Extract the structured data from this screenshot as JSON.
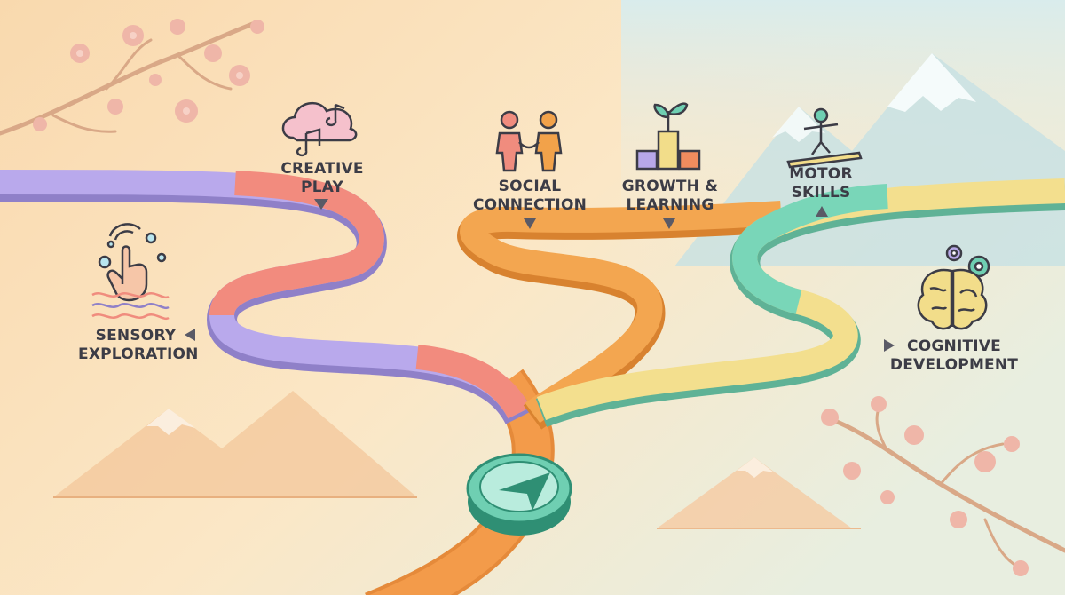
{
  "stages": {
    "creative_play": {
      "line1": "CREATIVE",
      "line2": "PLAY",
      "icon": "cloud-music-icon",
      "color": "#f08c84"
    },
    "social": {
      "line1": "SOCIAL",
      "line2": "CONNECTION",
      "icon": "holding-hands-icon",
      "color": "#f2a24a"
    },
    "growth": {
      "line1": "GROWTH &",
      "line2": "LEARNING",
      "icon": "sprout-blocks-icon",
      "color": "#f2a24a"
    },
    "motor": {
      "line1": "MOTOR",
      "line2": "SKILLS",
      "icon": "balance-board-icon",
      "color": "#6fcfb2"
    },
    "sensory": {
      "line1": "SENSORY",
      "line2": "EXPLORATION",
      "icon": "hand-water-bubbles-icon",
      "color": "#b7a8e8"
    },
    "cognitive": {
      "line1": "COGNITIVE",
      "line2": "DEVELOPMENT",
      "icon": "brain-gears-icon",
      "color": "#f2dd8a"
    }
  },
  "center": {
    "icon": "compass-navigation-icon",
    "color": "#6cc8a8"
  },
  "decor": [
    "cherry-blossom-branch-icon",
    "mountain-icon"
  ]
}
